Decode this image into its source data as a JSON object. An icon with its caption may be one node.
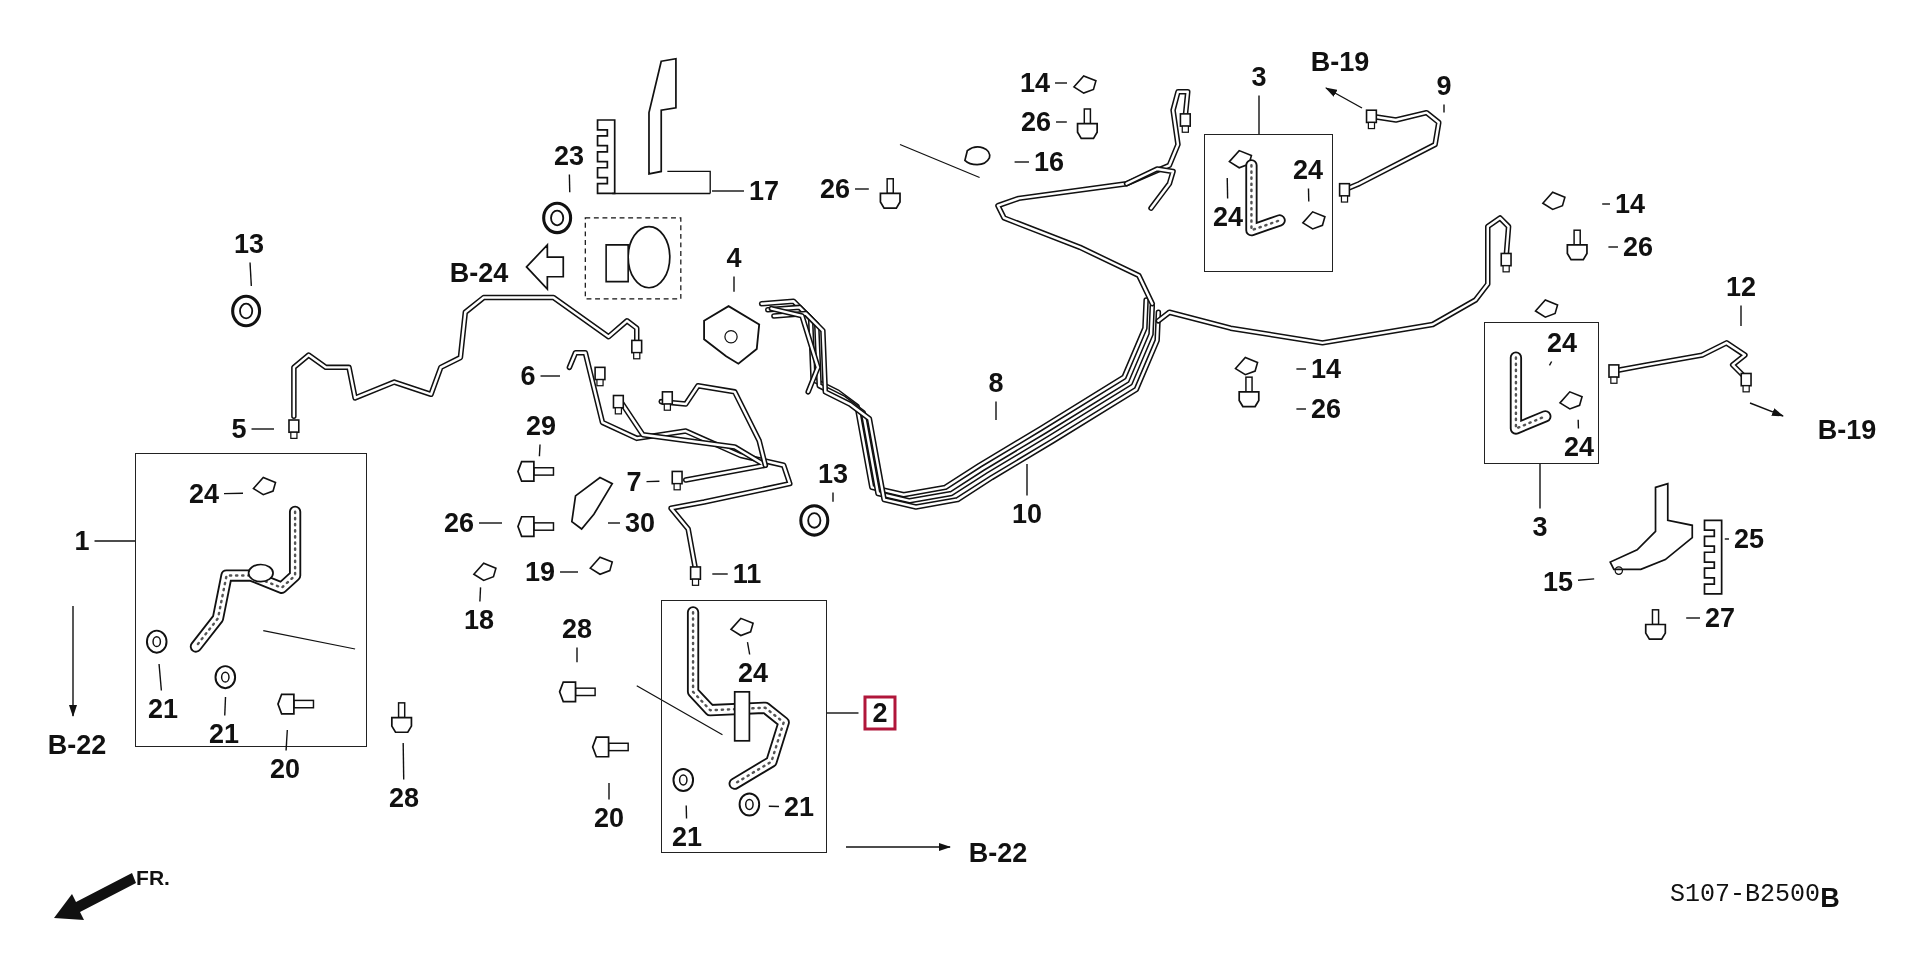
{
  "diagram": {
    "nodes": [
      {
        "text": [
          "13"
        ]
      },
      {
        "text": [
          "23"
        ]
      },
      {
        "text": [
          "17"
        ]
      },
      {
        "text": [
          "26"
        ]
      },
      {
        "text": [
          "14"
        ]
      },
      {
        "text": [
          "26"
        ]
      },
      {
        "text": [
          "16"
        ]
      },
      {
        "text": [
          "3"
        ]
      },
      {
        "text": [],
        "shape": "box"
      },
      {
        "text": [
          "24"
        ],
        "in": 8
      },
      {
        "text": [
          "24"
        ],
        "in": 8
      },
      {
        "text": [
          "9"
        ]
      },
      {
        "text": [
          "14"
        ]
      },
      {
        "text": [
          "26"
        ]
      },
      {
        "text": [
          "4"
        ]
      },
      {
        "text": [
          "12"
        ]
      },
      {
        "text": [
          "6"
        ]
      },
      {
        "text": [
          "5"
        ]
      },
      {
        "text": [
          "29"
        ]
      },
      {
        "text": [
          "7"
        ]
      },
      {
        "text": [
          "13"
        ]
      },
      {
        "text": [
          "8"
        ]
      },
      {
        "text": [
          "10"
        ]
      },
      {
        "text": [
          "14"
        ]
      },
      {
        "text": [
          "26"
        ]
      },
      {
        "text": [],
        "shape": "box"
      },
      {
        "text": [
          "24"
        ],
        "in": 25
      },
      {
        "text": [
          "24"
        ],
        "in": 25
      },
      {
        "text": [
          "3"
        ]
      },
      {
        "text": [
          "25"
        ]
      },
      {
        "text": [
          "15"
        ]
      },
      {
        "text": [
          "27"
        ]
      },
      {
        "text": [],
        "shape": "box"
      },
      {
        "text": [
          "1"
        ]
      },
      {
        "text": [
          "24"
        ],
        "in": 32
      },
      {
        "text": [
          "26"
        ]
      },
      {
        "text": [
          "30"
        ]
      },
      {
        "text": [
          "19"
        ]
      },
      {
        "text": [
          "18"
        ]
      },
      {
        "text": [
          "11"
        ]
      },
      {
        "text": [
          "21"
        ],
        "in": 32
      },
      {
        "text": [
          "21"
        ],
        "in": 32
      },
      {
        "text": [
          "20"
        ]
      },
      {
        "text": [
          "28"
        ]
      },
      {
        "text": [],
        "shape": "box"
      },
      {
        "text": [
          "24"
        ],
        "in": 44
      },
      {
        "text": [
          "28"
        ]
      },
      {
        "text": [
          "2"
        ]
      },
      {
        "text": [
          "20"
        ]
      },
      {
        "text": [
          "21"
        ],
        "in": 44
      },
      {
        "text": [
          "21"
        ],
        "in": 44
      }
    ],
    "edges": [
      {
        "from": 0,
        "to": null,
        "arrow": "none"
      },
      {
        "from": 1,
        "to": null,
        "arrow": "none"
      },
      {
        "from": 2,
        "to": null,
        "arrow": "none"
      },
      {
        "from": 3,
        "to": null,
        "arrow": "none"
      },
      {
        "from": 4,
        "to": null,
        "arrow": "none"
      },
      {
        "from": 5,
        "to": null,
        "arrow": "none"
      },
      {
        "from": 6,
        "to": null,
        "arrow": "none"
      },
      {
        "from": 7,
        "to": 8,
        "arrow": "none"
      },
      {
        "from": 9,
        "to": null,
        "arrow": "none"
      },
      {
        "from": 10,
        "to": null,
        "arrow": "none"
      },
      {
        "from": 11,
        "to": null,
        "arrow": "none"
      },
      {
        "from": 12,
        "to": null,
        "arrow": "none"
      },
      {
        "from": 13,
        "to": null,
        "arrow": "none"
      },
      {
        "from": 14,
        "to": null,
        "arrow": "none"
      },
      {
        "from": 15,
        "to": null,
        "arrow": "none"
      },
      {
        "from": 16,
        "to": null,
        "arrow": "none"
      },
      {
        "from": 17,
        "to": null,
        "arrow": "none"
      },
      {
        "from": 18,
        "to": null,
        "arrow": "none"
      },
      {
        "from": 19,
        "to": null,
        "arrow": "none"
      },
      {
        "from": 20,
        "to": null,
        "arrow": "none"
      },
      {
        "from": 21,
        "to": null,
        "arrow": "none"
      },
      {
        "from": 22,
        "to": null,
        "arrow": "none"
      },
      {
        "from": 23,
        "to": null,
        "arrow": "none"
      },
      {
        "from": 24,
        "to": null,
        "arrow": "none"
      },
      {
        "from": 26,
        "to": null,
        "arrow": "none"
      },
      {
        "from": 27,
        "to": null,
        "arrow": "none"
      },
      {
        "from": 28,
        "to": 25,
        "arrow": "none"
      },
      {
        "from": 29,
        "to": null,
        "arrow": "none"
      },
      {
        "from": 30,
        "to": null,
        "arrow": "none"
      },
      {
        "from": 31,
        "to": null,
        "arrow": "none"
      },
      {
        "from": 33,
        "to": 32,
        "arrow": "none"
      },
      {
        "from": 34,
        "to": null,
        "arrow": "none"
      },
      {
        "from": 35,
        "to": null,
        "arrow": "none"
      },
      {
        "from": 36,
        "to": null,
        "arrow": "none"
      },
      {
        "from": 37,
        "to": null,
        "arrow": "none"
      },
      {
        "from": 38,
        "to": null,
        "arrow": "none"
      },
      {
        "from": 39,
        "to": null,
        "arrow": "none"
      },
      {
        "from": 40,
        "to": null,
        "arrow": "none"
      },
      {
        "from": 41,
        "to": null,
        "arrow": "none"
      },
      {
        "from": 42,
        "to": null,
        "arrow": "none"
      },
      {
        "from": 43,
        "to": null,
        "arrow": "none"
      },
      {
        "from": 45,
        "to": null,
        "arrow": "none"
      },
      {
        "from": 46,
        "to": null,
        "arrow": "none"
      },
      {
        "from": 47,
        "to": 44,
        "arrow": "none"
      },
      {
        "from": 48,
        "to": null,
        "arrow": "none"
      },
      {
        "from": 49,
        "to": null,
        "arrow": "none"
      },
      {
        "from": 50,
        "to": null,
        "arrow": "none"
      }
    ],
    "labels": [
      "B-19",
      "B-24",
      "B-19",
      "B-22",
      "B-22",
      "FR.",
      "S107-B2500",
      "B"
    ]
  }
}
